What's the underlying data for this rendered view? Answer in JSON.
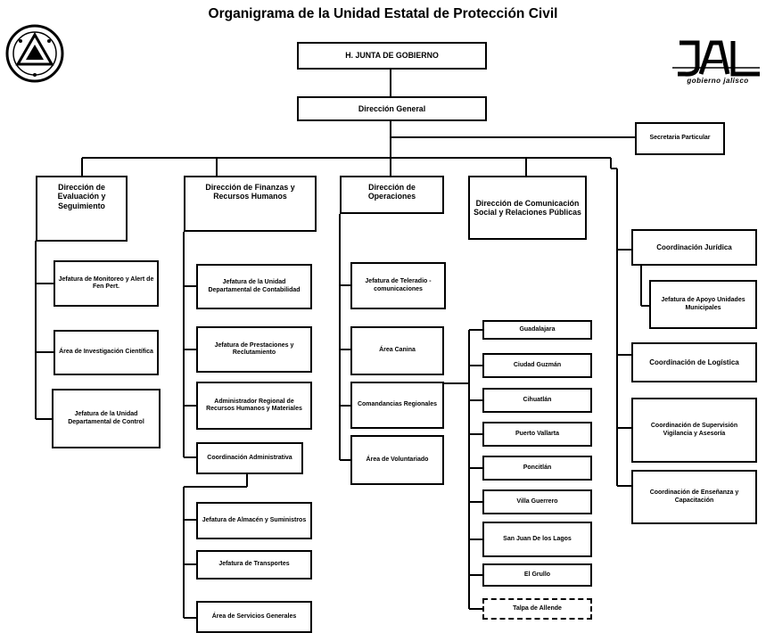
{
  "title": "Organigrama de la Unidad Estatal de Protección Civil",
  "top": {
    "junta": "H. JUNTA DE GOBIERNO",
    "general": "Dirección General",
    "secretaria": "Secretaria Particular"
  },
  "directions": {
    "evaluacion": "Dirección de Evaluación y Seguimiento",
    "finanzas": "Dirección de Finanzas y Recursos Humanos",
    "operaciones": "Dirección de Operaciones",
    "comunicacion": "Dirección de Comunicación Social y Relaciones Públicas"
  },
  "evaluacion_units": [
    "Jefatura de Monitoreo y Alert de Fen Pert.",
    "Área de Investigación Científica",
    "Jefatura de la Unidad Departamental de Control"
  ],
  "finanzas_units": [
    "Jefatura de la Unidad Departamental de Contabilidad",
    "Jefatura de Prestaciones y Reclutamiento",
    "Administrador Regional de Recursos Humanos y Materiales",
    "Coordinación Administrativa"
  ],
  "administrativa_units": [
    "Jefatura de Almacén y Suministros",
    "Jefatura de Transportes",
    "Área de Servicios Generales"
  ],
  "operaciones_units": [
    "Jefatura de Teleradio - comunicaciones",
    "Área Canina",
    "Comandancias Regionales",
    "Área de Voluntariado"
  ],
  "regionales": [
    "Guadalajara",
    "Ciudad Guzmán",
    "Cihuatlán",
    "Puerto Vallarta",
    "Poncitlán",
    "Villa Guerrero",
    "San Juan De los Lagos",
    "El Grullo",
    "Talpa de Allende"
  ],
  "coordinaciones": {
    "juridica": "Coordinación Jurídica",
    "apoyo": "Jefatura de Apoyo Unidades Municipales",
    "logistica": "Coordinación de Logística",
    "supervision": "Coordinación de Supervisión Vigilancia y Asesoría",
    "ensenanza": "Coordinación de Enseñanza y Capacitación"
  },
  "logo_right_text": "gobierno jalisco"
}
